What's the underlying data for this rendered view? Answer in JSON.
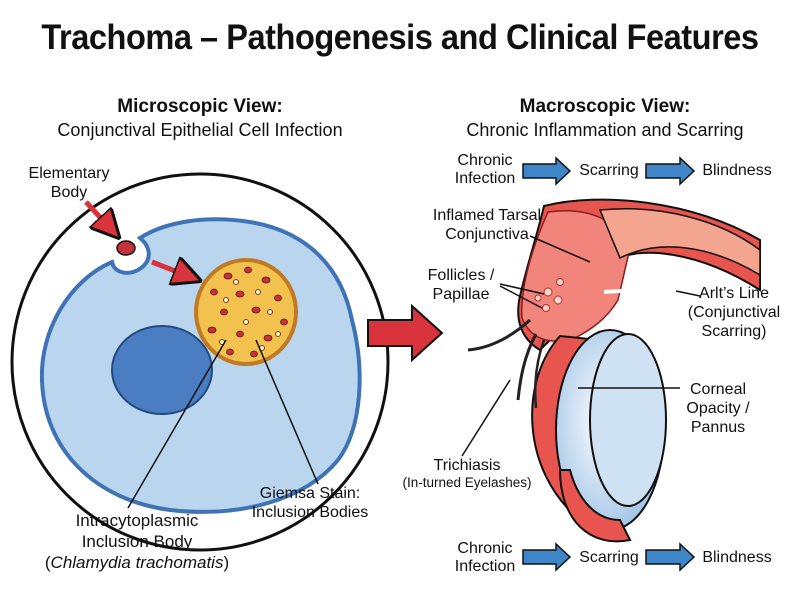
{
  "title": "Trachoma – Pathogenesis and Clinical Features",
  "microscopic": {
    "heading": "Microscopic View:",
    "subheading": "Conjunctival Epithelial Cell Infection",
    "labels": {
      "elementary_body_1": "Elementary",
      "elementary_body_2": "Body",
      "giemsa_1": "Giemsa Stain:",
      "giemsa_2": "Inclusion Bodies",
      "inclusion_1": "Intracytoplasmic",
      "inclusion_2": "Inclusion Body",
      "inclusion_3_open": "(",
      "inclusion_3_species": "Chlamydia trachomatis",
      "inclusion_3_close": ")"
    }
  },
  "macroscopic": {
    "heading": "Macroscopic View:",
    "subheading": "Chronic Inflammation and Scarring",
    "labels": {
      "inflamed_1": "Inflamed Tarsal",
      "inflamed_2": "Conjunctiva",
      "follicles_1": "Follicles /",
      "follicles_2": "Papillae",
      "arlt_1": "Arlt’s Line",
      "arlt_2": "(Conjunctival",
      "arlt_3": "Scarring)",
      "corneal_1": "Corneal",
      "corneal_2": "Opacity /",
      "corneal_3": "Pannus",
      "trichiasis_1": "Trichiasis",
      "trichiasis_2": "(In-turned Eyelashes)"
    }
  },
  "flow_top": {
    "step1_a": "Chronic",
    "step1_b": "Infection",
    "step2": "Scarring",
    "step3": "Blindness"
  },
  "flow_bottom": {
    "step1_a": "Chronic",
    "step1_b": "Infection",
    "step2": "Scarring",
    "step3": "Blindness"
  },
  "colors": {
    "cell_fill": "#b9d6ee",
    "cell_outline": "#3f73b5",
    "nucleus": "#4a7dc2",
    "inclusion": "#f2c14e",
    "inclusion_dots": "#c7323a",
    "arrow_red": "#d9333b",
    "arrow_blue": "#3f86c8",
    "tissue_red": "#e8554e",
    "cornea": "#cfe2f3"
  }
}
